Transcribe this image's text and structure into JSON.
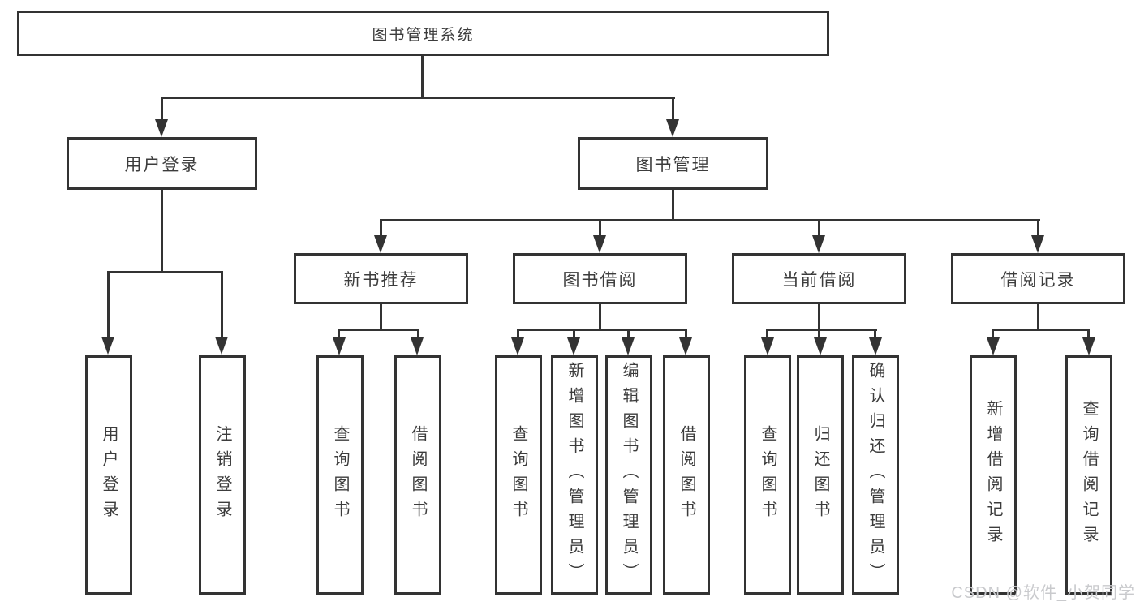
{
  "colors": {
    "line": "#333333",
    "text": "#3c3c3c",
    "background": "#ffffff",
    "watermark": "#c9cacd"
  },
  "root": {
    "label": "图书管理系统"
  },
  "level2": [
    {
      "label": "用户登录"
    },
    {
      "label": "图书管理"
    }
  ],
  "level3": [
    {
      "label": "新书推荐",
      "parent": "图书管理"
    },
    {
      "label": "图书借阅",
      "parent": "图书管理"
    },
    {
      "label": "当前借阅",
      "parent": "图书管理"
    },
    {
      "label": "借阅记录",
      "parent": "图书管理"
    }
  ],
  "leaves": [
    {
      "label": "用户登录",
      "parent": "用户登录"
    },
    {
      "label": "注销登录",
      "parent": "用户登录"
    },
    {
      "label": "查询图书",
      "parent": "新书推荐"
    },
    {
      "label": "借阅图书",
      "parent": "新书推荐"
    },
    {
      "label": "查询图书",
      "parent": "图书借阅"
    },
    {
      "label": "新增图书（管理员）",
      "parent": "图书借阅"
    },
    {
      "label": "编辑图书（管理员）",
      "parent": "图书借阅"
    },
    {
      "label": "借阅图书",
      "parent": "图书借阅"
    },
    {
      "label": "查询图书",
      "parent": "当前借阅"
    },
    {
      "label": "归还图书",
      "parent": "当前借阅"
    },
    {
      "label": "确认归还（管理员）",
      "parent": "当前借阅"
    },
    {
      "label": "新增借阅记录",
      "parent": "借阅记录"
    },
    {
      "label": "查询借阅记录",
      "parent": "借阅记录"
    }
  ],
  "watermark": "CSDN @软件_小贺同学"
}
